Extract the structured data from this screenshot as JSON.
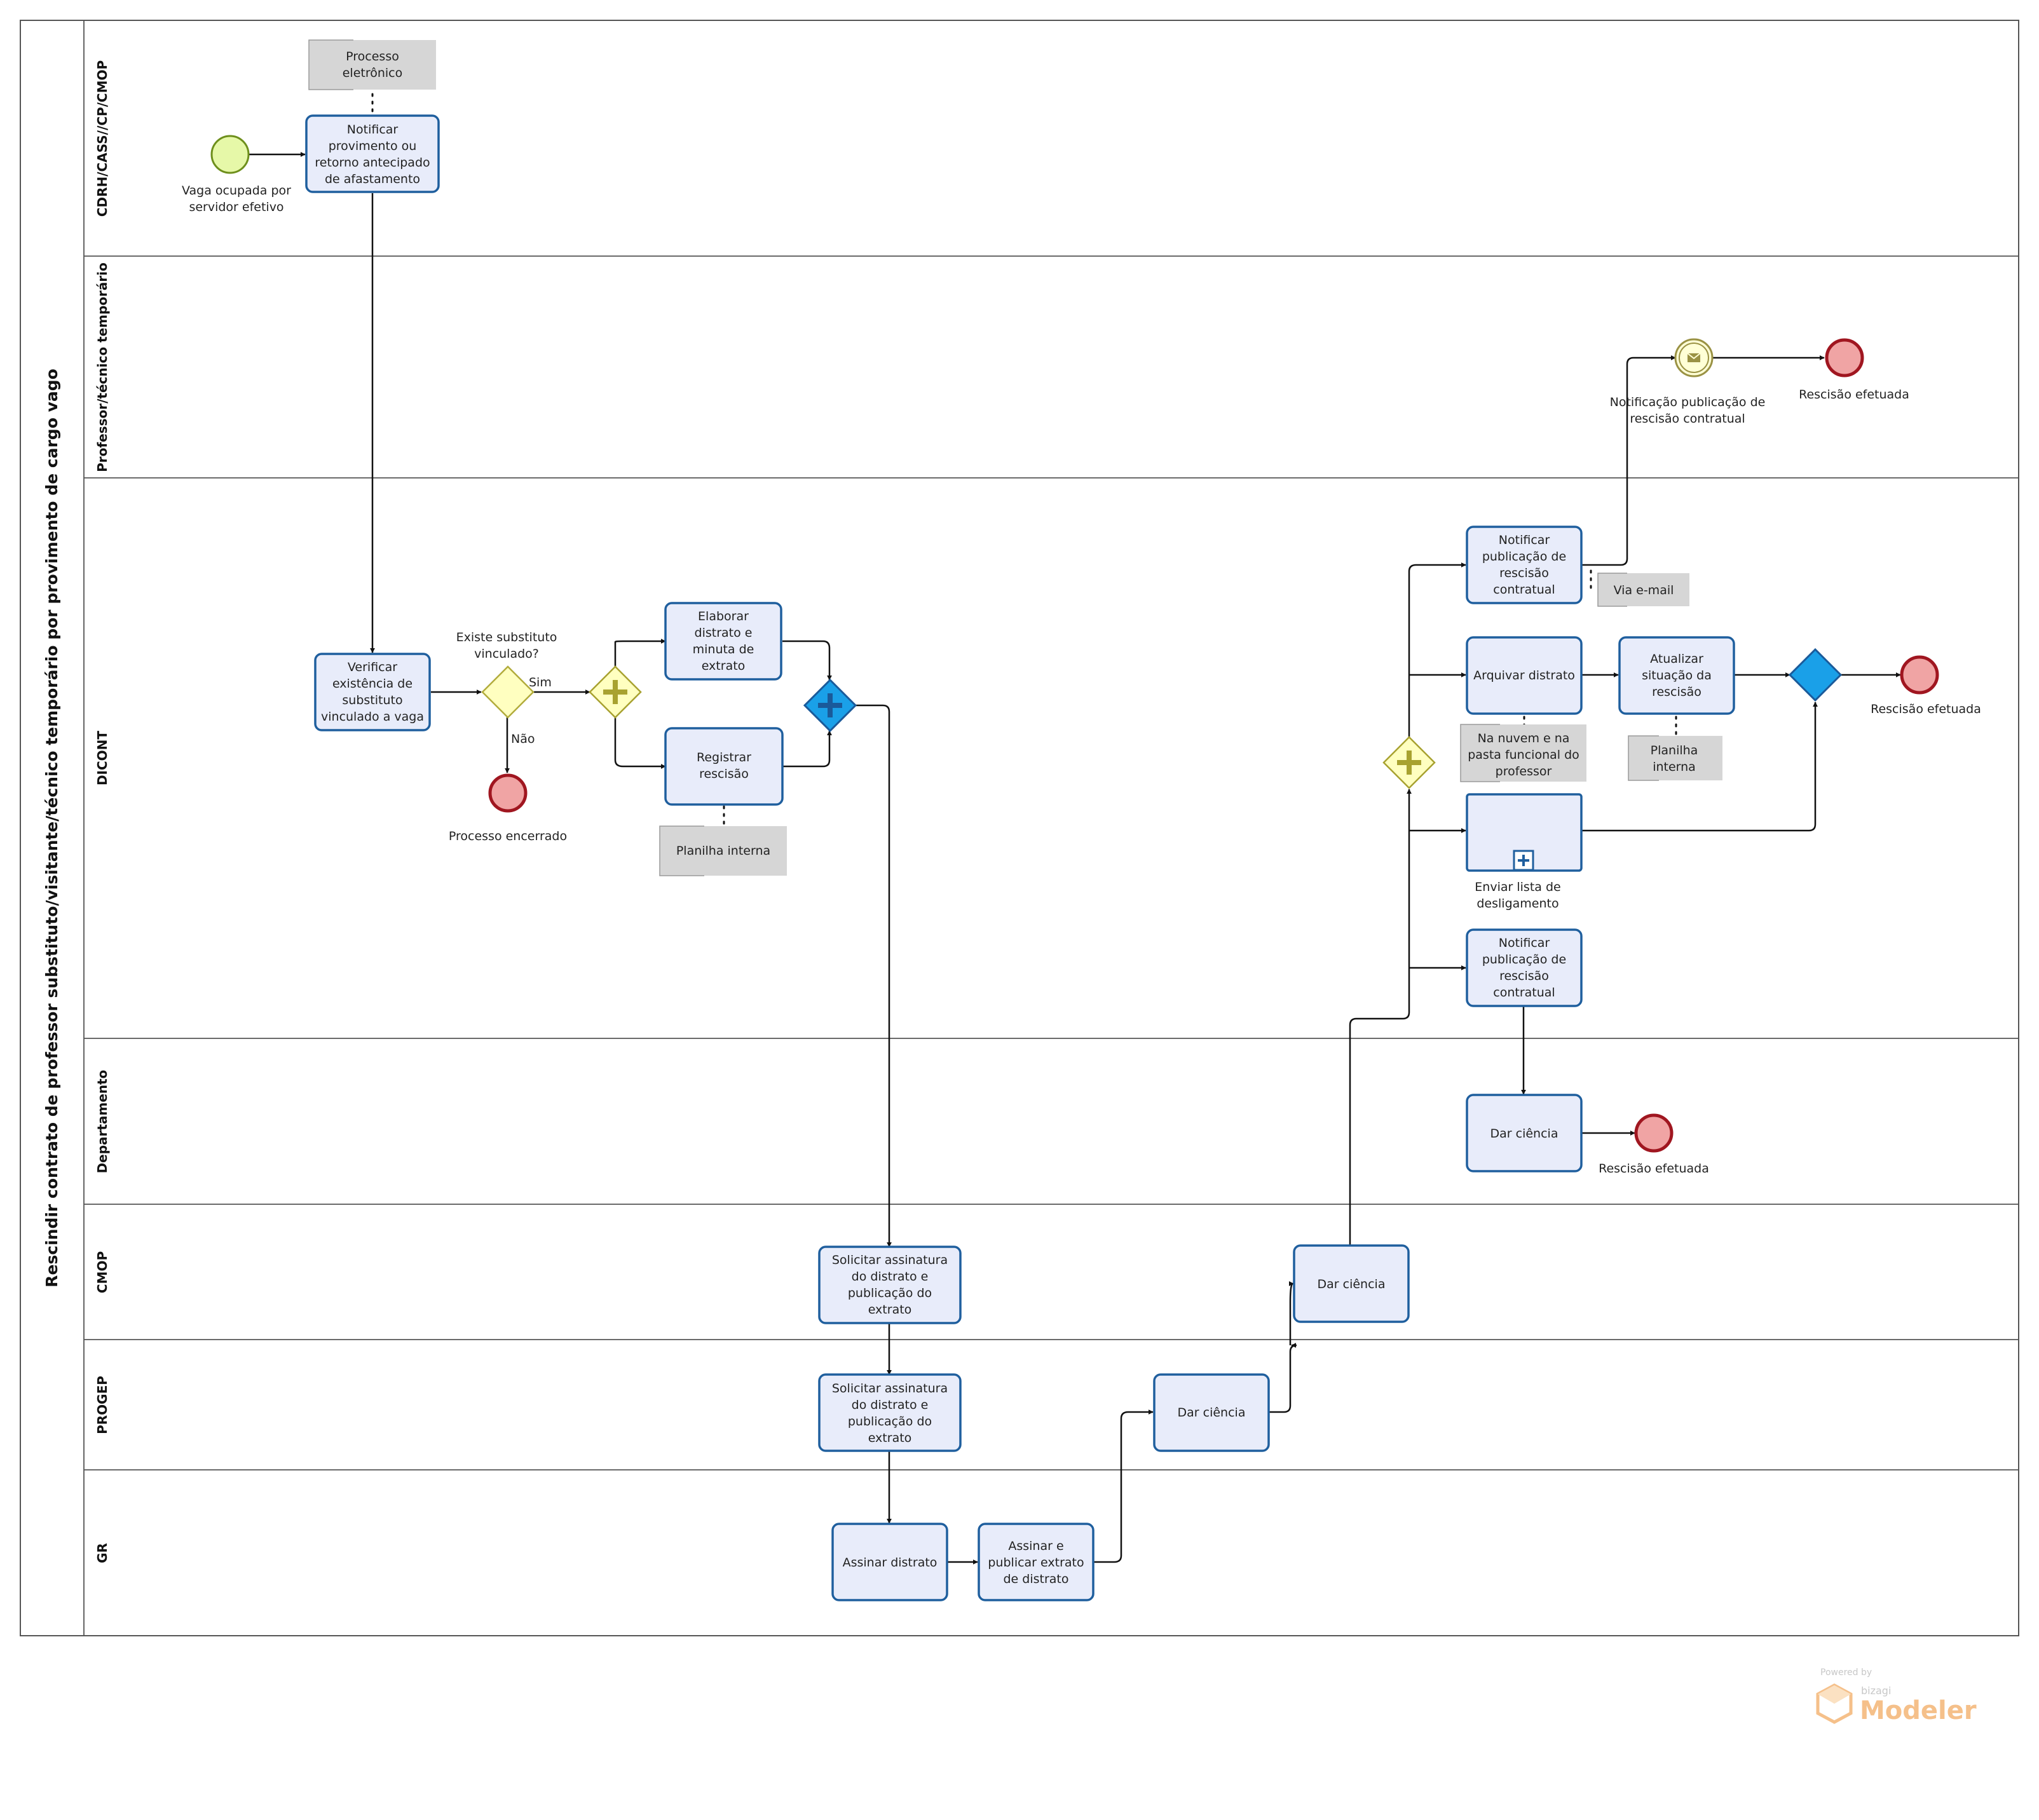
{
  "pool": {
    "title": "Rescindir contrato de professor substituto/visitante/técnico temporário por provimento de cargo vago"
  },
  "lanes": [
    {
      "id": "cdrh",
      "label": "CDRH/CASS//CP/CMOP"
    },
    {
      "id": "prof",
      "label": "Professor/técnico temporário"
    },
    {
      "id": "dicont",
      "label": "DICONT"
    },
    {
      "id": "depto",
      "label": "Departamento"
    },
    {
      "id": "cmop",
      "label": "CMOP"
    },
    {
      "id": "progep",
      "label": "PROGEP"
    },
    {
      "id": "gr",
      "label": "GR"
    }
  ],
  "tasks": [
    {
      "id": "t_notificar",
      "lines": [
        "Notificar",
        "provimento ou",
        "retorno antecipado",
        "de afastamento"
      ]
    },
    {
      "id": "t_verificar",
      "lines": [
        "Verificar",
        "existência  de",
        "substituto",
        "vinculado a vaga"
      ]
    },
    {
      "id": "t_elaborar",
      "lines": [
        "Elaborar",
        "distrato e",
        "minuta de",
        "extrato"
      ]
    },
    {
      "id": "t_registrar",
      "lines": [
        "Registrar",
        "rescisão"
      ]
    },
    {
      "id": "t_solic_cmop",
      "lines": [
        "Solicitar assinatura",
        "do distrato e",
        "publicação do",
        "extrato"
      ]
    },
    {
      "id": "t_solic_progep",
      "lines": [
        "Solicitar assinatura",
        "do distrato e",
        "publicação do",
        "extrato"
      ]
    },
    {
      "id": "t_assinar",
      "lines": [
        "Assinar distrato"
      ]
    },
    {
      "id": "t_assinar_pub",
      "lines": [
        "Assinar e",
        "publicar extrato",
        "de distrato"
      ]
    },
    {
      "id": "t_ciencia_progep",
      "lines": [
        "Dar ciência"
      ]
    },
    {
      "id": "t_ciencia_cmop",
      "lines": [
        "Dar ciência"
      ]
    },
    {
      "id": "t_notif_pub1",
      "lines": [
        "Notificar",
        "publicação de",
        "rescisão",
        "contratual"
      ]
    },
    {
      "id": "t_arquivar",
      "lines": [
        "Arquivar distrato"
      ]
    },
    {
      "id": "t_atualizar",
      "lines": [
        "Atualizar",
        "situação da",
        "rescisão"
      ]
    },
    {
      "id": "t_notif_pub2",
      "lines": [
        "Notificar",
        "publicação de",
        "rescisão",
        "contratual"
      ]
    },
    {
      "id": "t_ciencia_depto",
      "lines": [
        "Dar ciência"
      ]
    }
  ],
  "subprocess": {
    "label_lines": [
      "Enviar lista de",
      "desligamento"
    ]
  },
  "events": {
    "start": {
      "lines": [
        "Vaga ocupada por",
        "servidor efetivo"
      ]
    },
    "end_encerrado": {
      "lines": [
        "Processo encerrado"
      ]
    },
    "msg_catch": {
      "lines": [
        "Notificação publicação de",
        "rescisão contratual"
      ]
    },
    "end_prof": {
      "lines": [
        "Rescisão efetuada"
      ]
    },
    "end_dicont": {
      "lines": [
        "Rescisão efetuada"
      ]
    },
    "end_depto": {
      "lines": [
        "Rescisão efetuada"
      ]
    }
  },
  "gateways": {
    "existe": {
      "lines": [
        "Existe substituto",
        "vinculado?"
      ]
    },
    "sim": "Sim",
    "nao": "Não"
  },
  "artifacts": {
    "processo": {
      "lines": [
        "Processo",
        "eletrônico"
      ]
    },
    "planilha1": {
      "lines": [
        "Planilha interna"
      ]
    },
    "email": {
      "lines": [
        "Via e-mail"
      ]
    },
    "nuvem": {
      "lines": [
        "Na nuvem e na",
        "pasta funcional do",
        "professor"
      ]
    },
    "planilha2": {
      "lines": [
        "Planilha",
        "interna"
      ]
    }
  },
  "branding": {
    "powered": "Powered by",
    "brand": "bizagi",
    "product": "Modeler"
  },
  "colors": {
    "task_fill": "#e8ecfa",
    "task_stroke": "#1f5f9e",
    "start_fill": "#e6f8a8",
    "end_fill": "#f0a4a4",
    "end_stroke": "#a01620",
    "gateway_fill": "#ffffc0",
    "parallel_join_fill": "#1aa0e8",
    "brand_orange": "#f5b87a"
  }
}
